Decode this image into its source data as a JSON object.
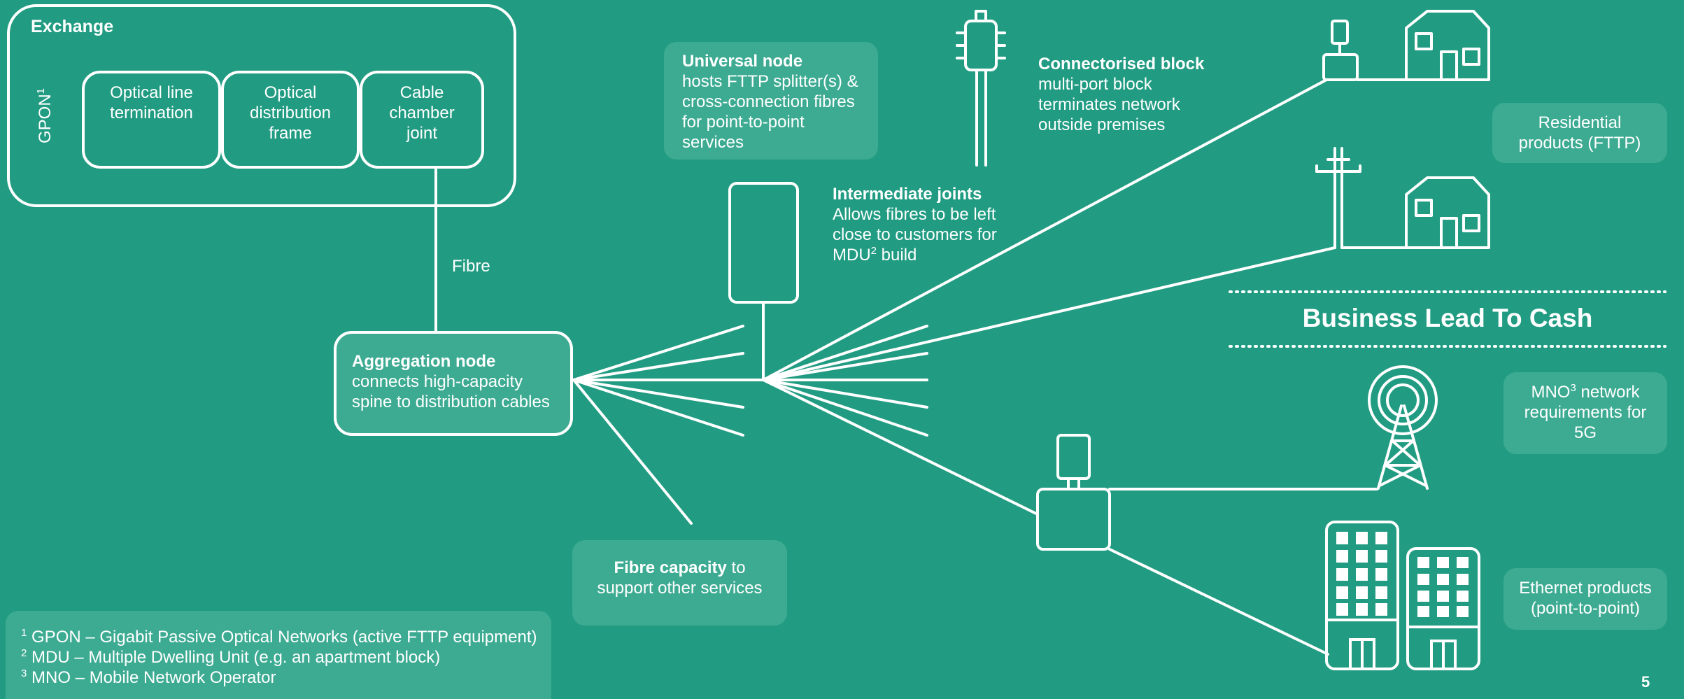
{
  "exchange": {
    "title": "Exchange",
    "gpon_label": "GPON",
    "gpon_sup": "1",
    "modules": [
      {
        "lines": [
          "Optical line",
          "termination"
        ]
      },
      {
        "lines": [
          "Optical",
          "distribution",
          "frame"
        ]
      },
      {
        "lines": [
          "Cable",
          "chamber",
          "joint"
        ]
      }
    ]
  },
  "fibre_label": "Fibre",
  "aggregation_node": {
    "title": "Aggregation node",
    "lines": [
      "connects high-capacity",
      "spine to distribution cables"
    ]
  },
  "universal_node": {
    "title": "Universal node",
    "lines": [
      "hosts FTTP splitter(s) &",
      "cross-connection fibres",
      "for point-to-point",
      "services"
    ]
  },
  "connectorised_block": {
    "title": "Connectorised block",
    "lines": [
      "multi-port block",
      "terminates network",
      "outside premises"
    ]
  },
  "intermediate_joints": {
    "title": "Intermediate joints",
    "lines": [
      "Allows fibres to be left",
      "close to customers for"
    ],
    "last_line_prefix": "MDU",
    "last_line_sup": "2",
    "last_line_suffix": " build"
  },
  "fibre_capacity": {
    "bold": "Fibre capacity",
    "rest": " to",
    "line2": "support other services"
  },
  "residential": {
    "lines": [
      "Residential",
      "products (FTTP)"
    ]
  },
  "business_heading": "Business Lead To Cash",
  "mno": {
    "prefix": "MNO",
    "sup": "3",
    "suffix": " network",
    "lines": [
      "requirements for",
      "5G"
    ]
  },
  "ethernet": {
    "lines": [
      "Ethernet products",
      "(point-to-point)"
    ]
  },
  "footnotes": [
    {
      "num": "1",
      "text": "GPON – Gigabit Passive Optical Networks (active FTTP equipment)"
    },
    {
      "num": "2",
      "text": "MDU – Multiple Dwelling Unit (e.g. an apartment block)"
    },
    {
      "num": "3",
      "text": "MNO – Mobile Network Operator"
    }
  ],
  "page_number": "5",
  "icons": [
    "house-icon",
    "house-icon",
    "ont-device-icon",
    "telegraph-pole-icon",
    "cable-chamber-icon",
    "connectorised-block-icon",
    "cell-tower-icon",
    "office-building-icon",
    "office-building-icon",
    "mdu-box-icon"
  ],
  "colors": {
    "background": "#219c82",
    "panel": "#3dab92",
    "line": "#ffffff"
  }
}
